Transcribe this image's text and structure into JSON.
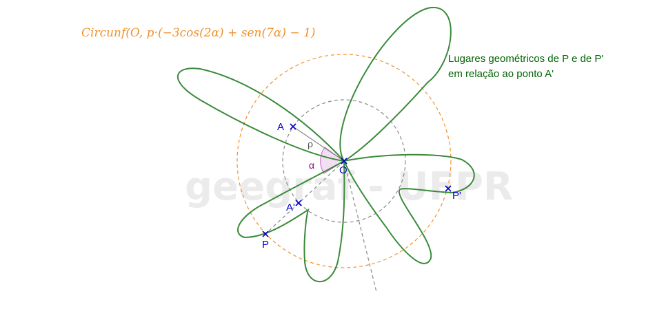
{
  "formula": "Circunf(O, p·(−3cos(2α) + sen(7α) − 1)",
  "caption": {
    "line1": "Lugares geométricos de P e de P'",
    "line2": "em relação ao ponto A'"
  },
  "watermark": "geegraf - UFPR",
  "labels": {
    "A": "A",
    "O": "O",
    "A_prime": "A'",
    "P": "P",
    "P_prime": "P'",
    "rho": "ρ",
    "alpha": "α"
  },
  "colors": {
    "curve": "#3a8a3a",
    "outer_circle": "#f0912a",
    "inner_circle": "#888888",
    "points": "#0000cc",
    "alpha_label": "#800080",
    "angle_fill": "#f3dff3",
    "caption": "#006400",
    "formula": "#f0912a"
  }
}
